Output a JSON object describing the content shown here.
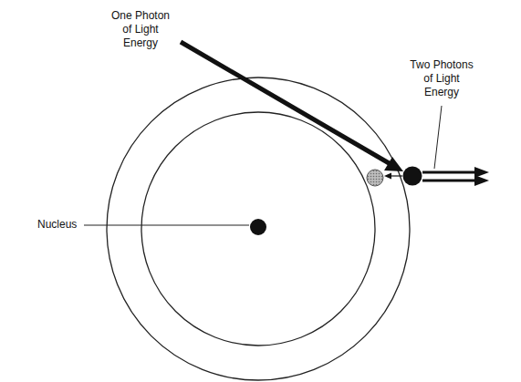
{
  "diagram": {
    "labels": [
      "One Photon of Light Energy",
      "Two Photons of Light Energy",
      "Nucleus"
    ]
  }
}
